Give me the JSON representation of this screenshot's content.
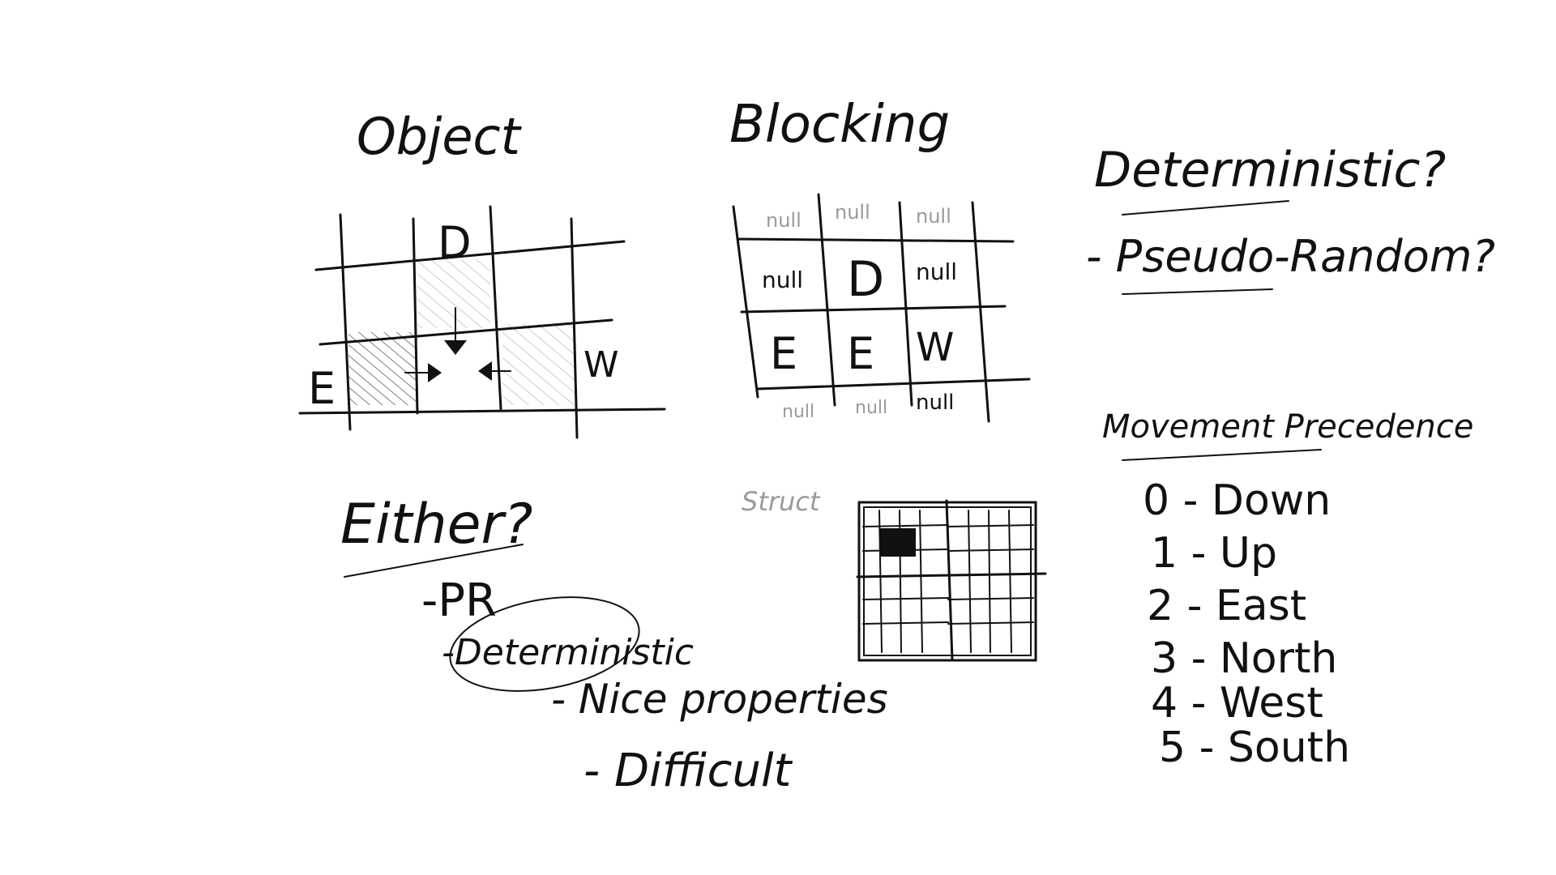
{
  "object_section": {
    "title": "Object",
    "label_d": "D",
    "label_e": "E",
    "label_w": "W"
  },
  "blocking_section": {
    "title": "Blocking",
    "cells": [
      "null",
      "null",
      "null",
      "null",
      "D",
      "null",
      "E",
      "E",
      "W",
      "null",
      "null",
      "null"
    ]
  },
  "determinism_section": {
    "question": "Deterministic?",
    "option": "- Pseudo-Random?"
  },
  "movement_section": {
    "title": "Movement Precedence",
    "items": [
      "0 - Down",
      "1 - Up",
      "2 - East",
      "3 - North",
      "4 - West",
      "5 - South"
    ]
  },
  "either_section": {
    "title": "Either?",
    "opt_pr": "-PR",
    "opt_det": "-Deterministic",
    "sub_nice": "- Nice properties",
    "sub_difficult": "- Difficult"
  },
  "struct_label": "Struct"
}
